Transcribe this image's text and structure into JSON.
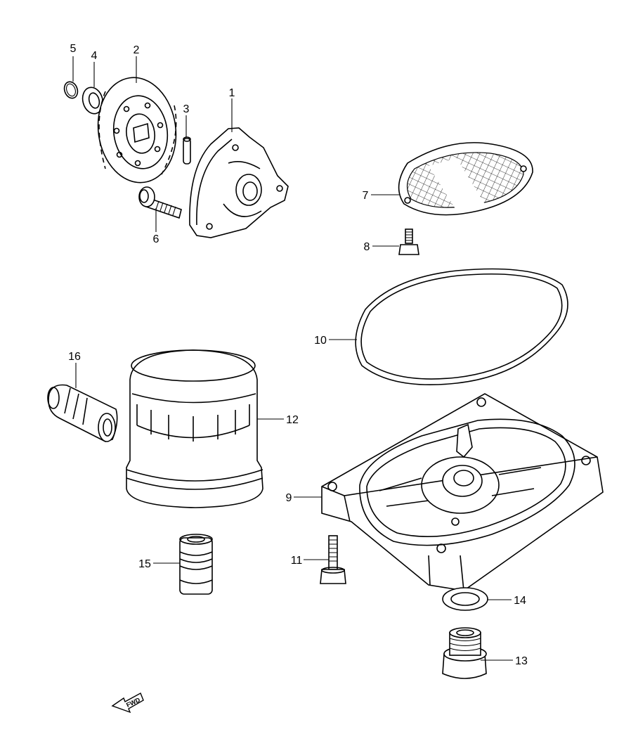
{
  "diagram": {
    "callouts": [
      {
        "id": "c1",
        "label": "1"
      },
      {
        "id": "c2",
        "label": "2"
      },
      {
        "id": "c3",
        "label": "3"
      },
      {
        "id": "c4",
        "label": "4"
      },
      {
        "id": "c5",
        "label": "5"
      },
      {
        "id": "c6",
        "label": "6"
      },
      {
        "id": "c7",
        "label": "7"
      },
      {
        "id": "c8",
        "label": "8"
      },
      {
        "id": "c9",
        "label": "9"
      },
      {
        "id": "c10",
        "label": "10"
      },
      {
        "id": "c11",
        "label": "11"
      },
      {
        "id": "c12",
        "label": "12"
      },
      {
        "id": "c13",
        "label": "13"
      },
      {
        "id": "c14",
        "label": "14"
      },
      {
        "id": "c15",
        "label": "15"
      },
      {
        "id": "c16",
        "label": "16"
      }
    ],
    "forward_arrow": {
      "label": "FWD"
    }
  }
}
